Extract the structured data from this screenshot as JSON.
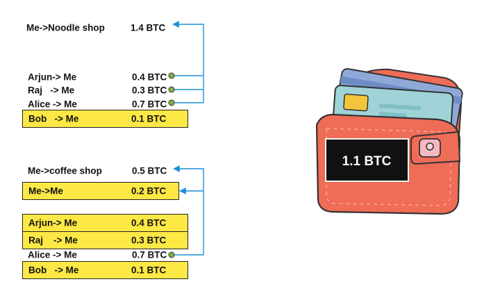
{
  "group1": {
    "output": {
      "label": "Me->Noodle shop",
      "amount": "1.4 BTC"
    },
    "inputs": [
      {
        "label": "Arjun-> Me",
        "amount": "0.4 BTC"
      },
      {
        "label": "Raj   -> Me",
        "amount": "0.3 BTC"
      },
      {
        "label": "Alice -> Me",
        "amount": "0.7 BTC"
      }
    ],
    "unspent": {
      "label": "Bob   -> Me",
      "amount": "0.1 BTC"
    }
  },
  "group2": {
    "output": {
      "label": "Me->coffee shop",
      "amount": "0.5 BTC"
    },
    "change": {
      "label": "Me->Me",
      "amount": "0.2 BTC"
    },
    "utxos": [
      {
        "label": "Arjun-> Me",
        "amount": "0.4 BTC"
      },
      {
        "label": "Raj    -> Me",
        "amount": "0.3 BTC"
      },
      {
        "label": "Alice -> Me",
        "amount": "0.7 BTC"
      },
      {
        "label": "Bob   -> Me",
        "amount": "0.1 BTC"
      }
    ]
  },
  "wallet": {
    "balance": "1.1 BTC"
  },
  "colors": {
    "highlight": "#fde845",
    "arrow": "#1b8fd6",
    "marker": "#7cb342",
    "wallet_body": "#ef6c57",
    "wallet_card_blue": "#8fa8d8",
    "wallet_card_teal": "#9fd3d8",
    "balance_bg": "#111111"
  }
}
